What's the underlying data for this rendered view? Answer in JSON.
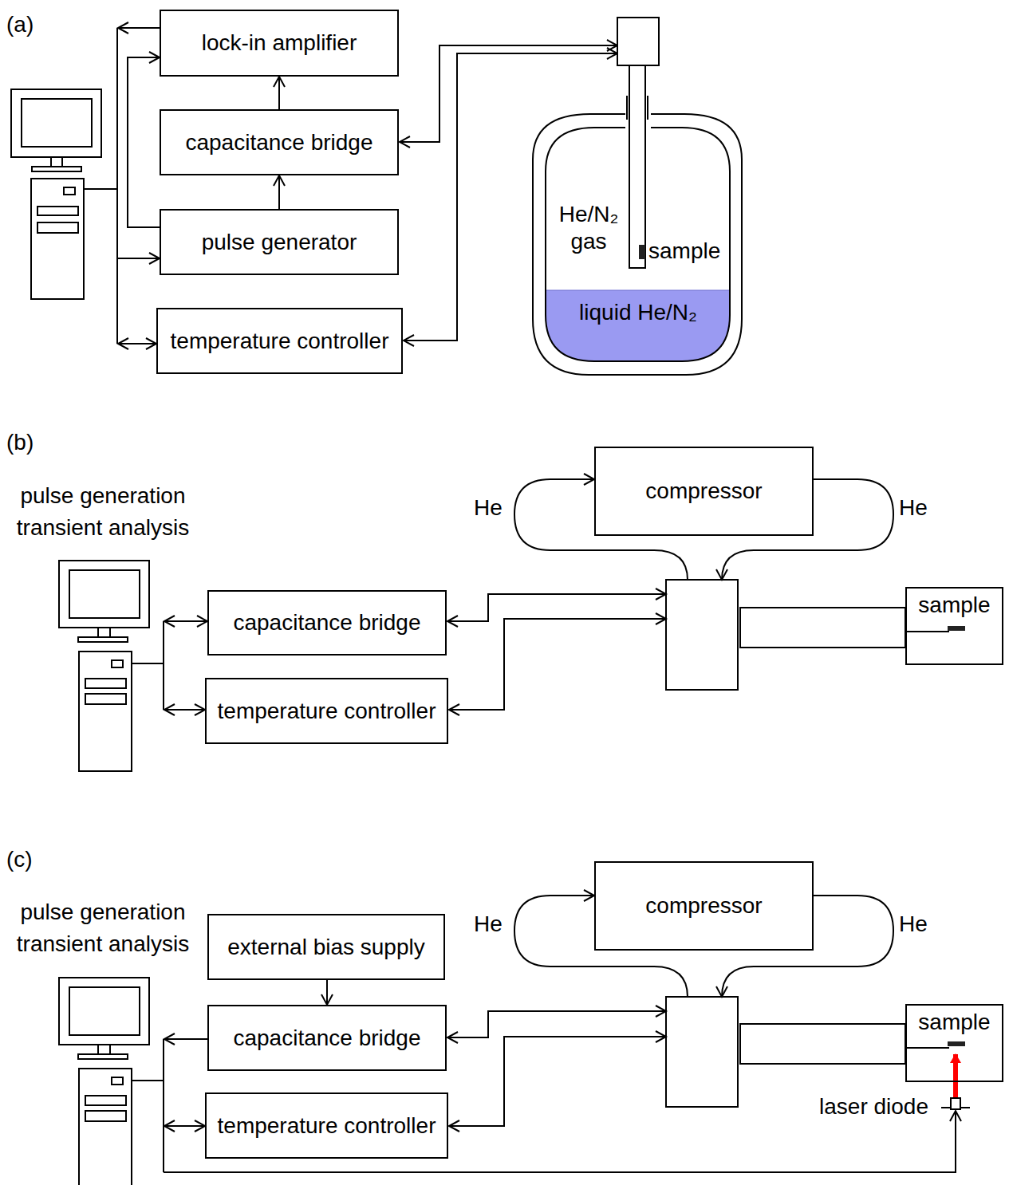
{
  "diagram": {
    "nodes": [
      {
        "text": [
          "lock-in amplifier"
        ]
      },
      {
        "text": [
          "capacitance bridge"
        ]
      },
      {
        "text": [
          "pulse generator"
        ]
      },
      {
        "text": [
          "temperature controller"
        ]
      },
      {
        "text": [
          "compressor"
        ]
      },
      {
        "text": [
          "capacitance bridge"
        ]
      },
      {
        "text": [
          "temperature controller"
        ]
      },
      {
        "text": [
          "sample"
        ]
      },
      {
        "text": [
          "compressor"
        ]
      },
      {
        "text": [
          "external bias supply"
        ]
      },
      {
        "text": [
          "capacitance bridge"
        ]
      },
      {
        "text": [
          "temperature controller"
        ]
      },
      {
        "text": [
          "sample"
        ]
      }
    ],
    "edges": [
      {
        "from": 1,
        "to": 0,
        "arrow": "to"
      },
      {
        "from": 2,
        "to": 1,
        "arrow": "to"
      },
      {
        "from": 2,
        "to": 0,
        "arrow": "to"
      },
      {
        "from": 9,
        "to": 10,
        "arrow": "to"
      }
    ],
    "labels": [
      "(a)",
      "He/N₂ gas",
      "sample",
      "liquid He/N₂",
      "(b)",
      "pulse generation transient analysis",
      "He",
      "He",
      "(c)",
      "pulse generation transient analysis",
      "He",
      "He",
      "laser diode"
    ]
  }
}
